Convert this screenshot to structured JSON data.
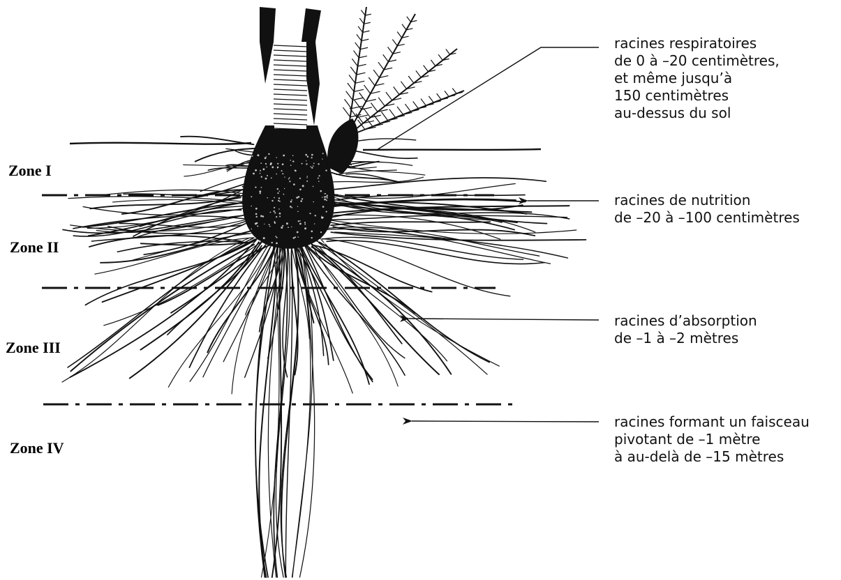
{
  "zones": [
    {
      "label": "Zone I"
    },
    {
      "label": "Zone II"
    },
    {
      "label": "Zone III"
    },
    {
      "label": "Zone IV"
    }
  ],
  "annotations": [
    {
      "lines": [
        "racines respiratoires",
        "de 0 à –20 centimètres,",
        "et même jusqu’à",
        "150 centimètres",
        "au-dessus du sol"
      ]
    },
    {
      "lines": [
        "racines de nutrition",
        "de –20 à –100 centimètres"
      ]
    },
    {
      "lines": [
        "racines d’absorption",
        "de –1 à –2 mètres"
      ]
    },
    {
      "lines": [
        "racines formant un faisceau",
        "pivotant de –1 mètre",
        "à au-delà de –15 mètres"
      ]
    }
  ],
  "colors": {
    "ink": "#111111",
    "background": "#ffffff"
  }
}
